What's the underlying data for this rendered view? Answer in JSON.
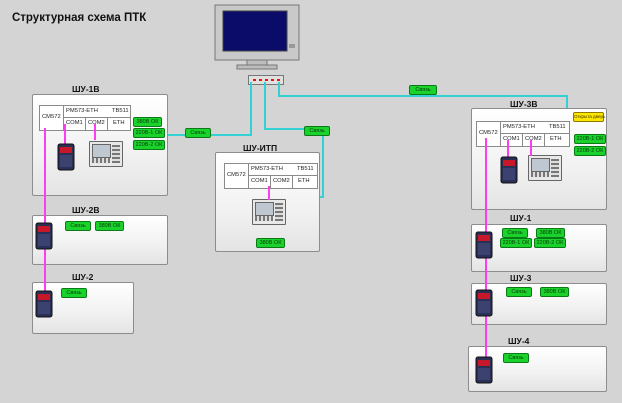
{
  "title": "Структурная схема ПТК",
  "colors": {
    "ethernet": "#33d0d4",
    "rs485": "#ff3df0",
    "status_ok": "#1bd12b",
    "alarm": "#ffe600"
  },
  "cabinets": {
    "shu1v": {
      "label": "ШУ-1В",
      "plc": {
        "cpu": "CM572",
        "module": "PM573-ETH",
        "tb": "TB511",
        "com1": "COM1",
        "com2": "COM2",
        "eth": "ETH"
      },
      "badges": {
        "link": "Связь",
        "v380": "380В ОК",
        "v220_1": "220В-1 ОК",
        "v220_2": "220В-2 ОК"
      }
    },
    "shu_itp": {
      "label": "ШУ-ИТП",
      "plc": {
        "cpu": "CM572",
        "module": "PM573-ETH",
        "tb": "TB511",
        "com1": "COM1",
        "com2": "COM2",
        "eth": "ETH"
      },
      "badges": {
        "v380": "380В ОК"
      }
    },
    "shu3v": {
      "label": "ШУ-3В",
      "plc": {
        "cpu": "CM572",
        "module": "PM573-ETH",
        "tb": "TB511",
        "com1": "COM1",
        "com2": "COM2",
        "eth": "ETH"
      },
      "badges": {
        "door": "Открыта дверь",
        "v220_1": "220В-1 ОК",
        "v220_2": "220В-2 ОК"
      }
    },
    "shu2v": {
      "label": "ШУ-2В",
      "badges": {
        "link": "Связь",
        "v380": "380В ОК"
      }
    },
    "shu2": {
      "label": "ШУ-2",
      "badges": {
        "link": "Связь"
      }
    },
    "shu1": {
      "label": "ШУ-1",
      "badges": {
        "link": "Связь",
        "v380": "380В ОК",
        "v220_1": "220В-1 ОК",
        "v220_2": "220В-2 ОК"
      }
    },
    "shu3": {
      "label": "ШУ-3",
      "badges": {
        "link": "Связь",
        "v380": "380В ОК"
      }
    },
    "shu4": {
      "label": "ШУ-4",
      "badges": {
        "link": "Связь"
      }
    }
  },
  "network": {
    "link_top": "Связь",
    "link_itp": "Связь"
  }
}
